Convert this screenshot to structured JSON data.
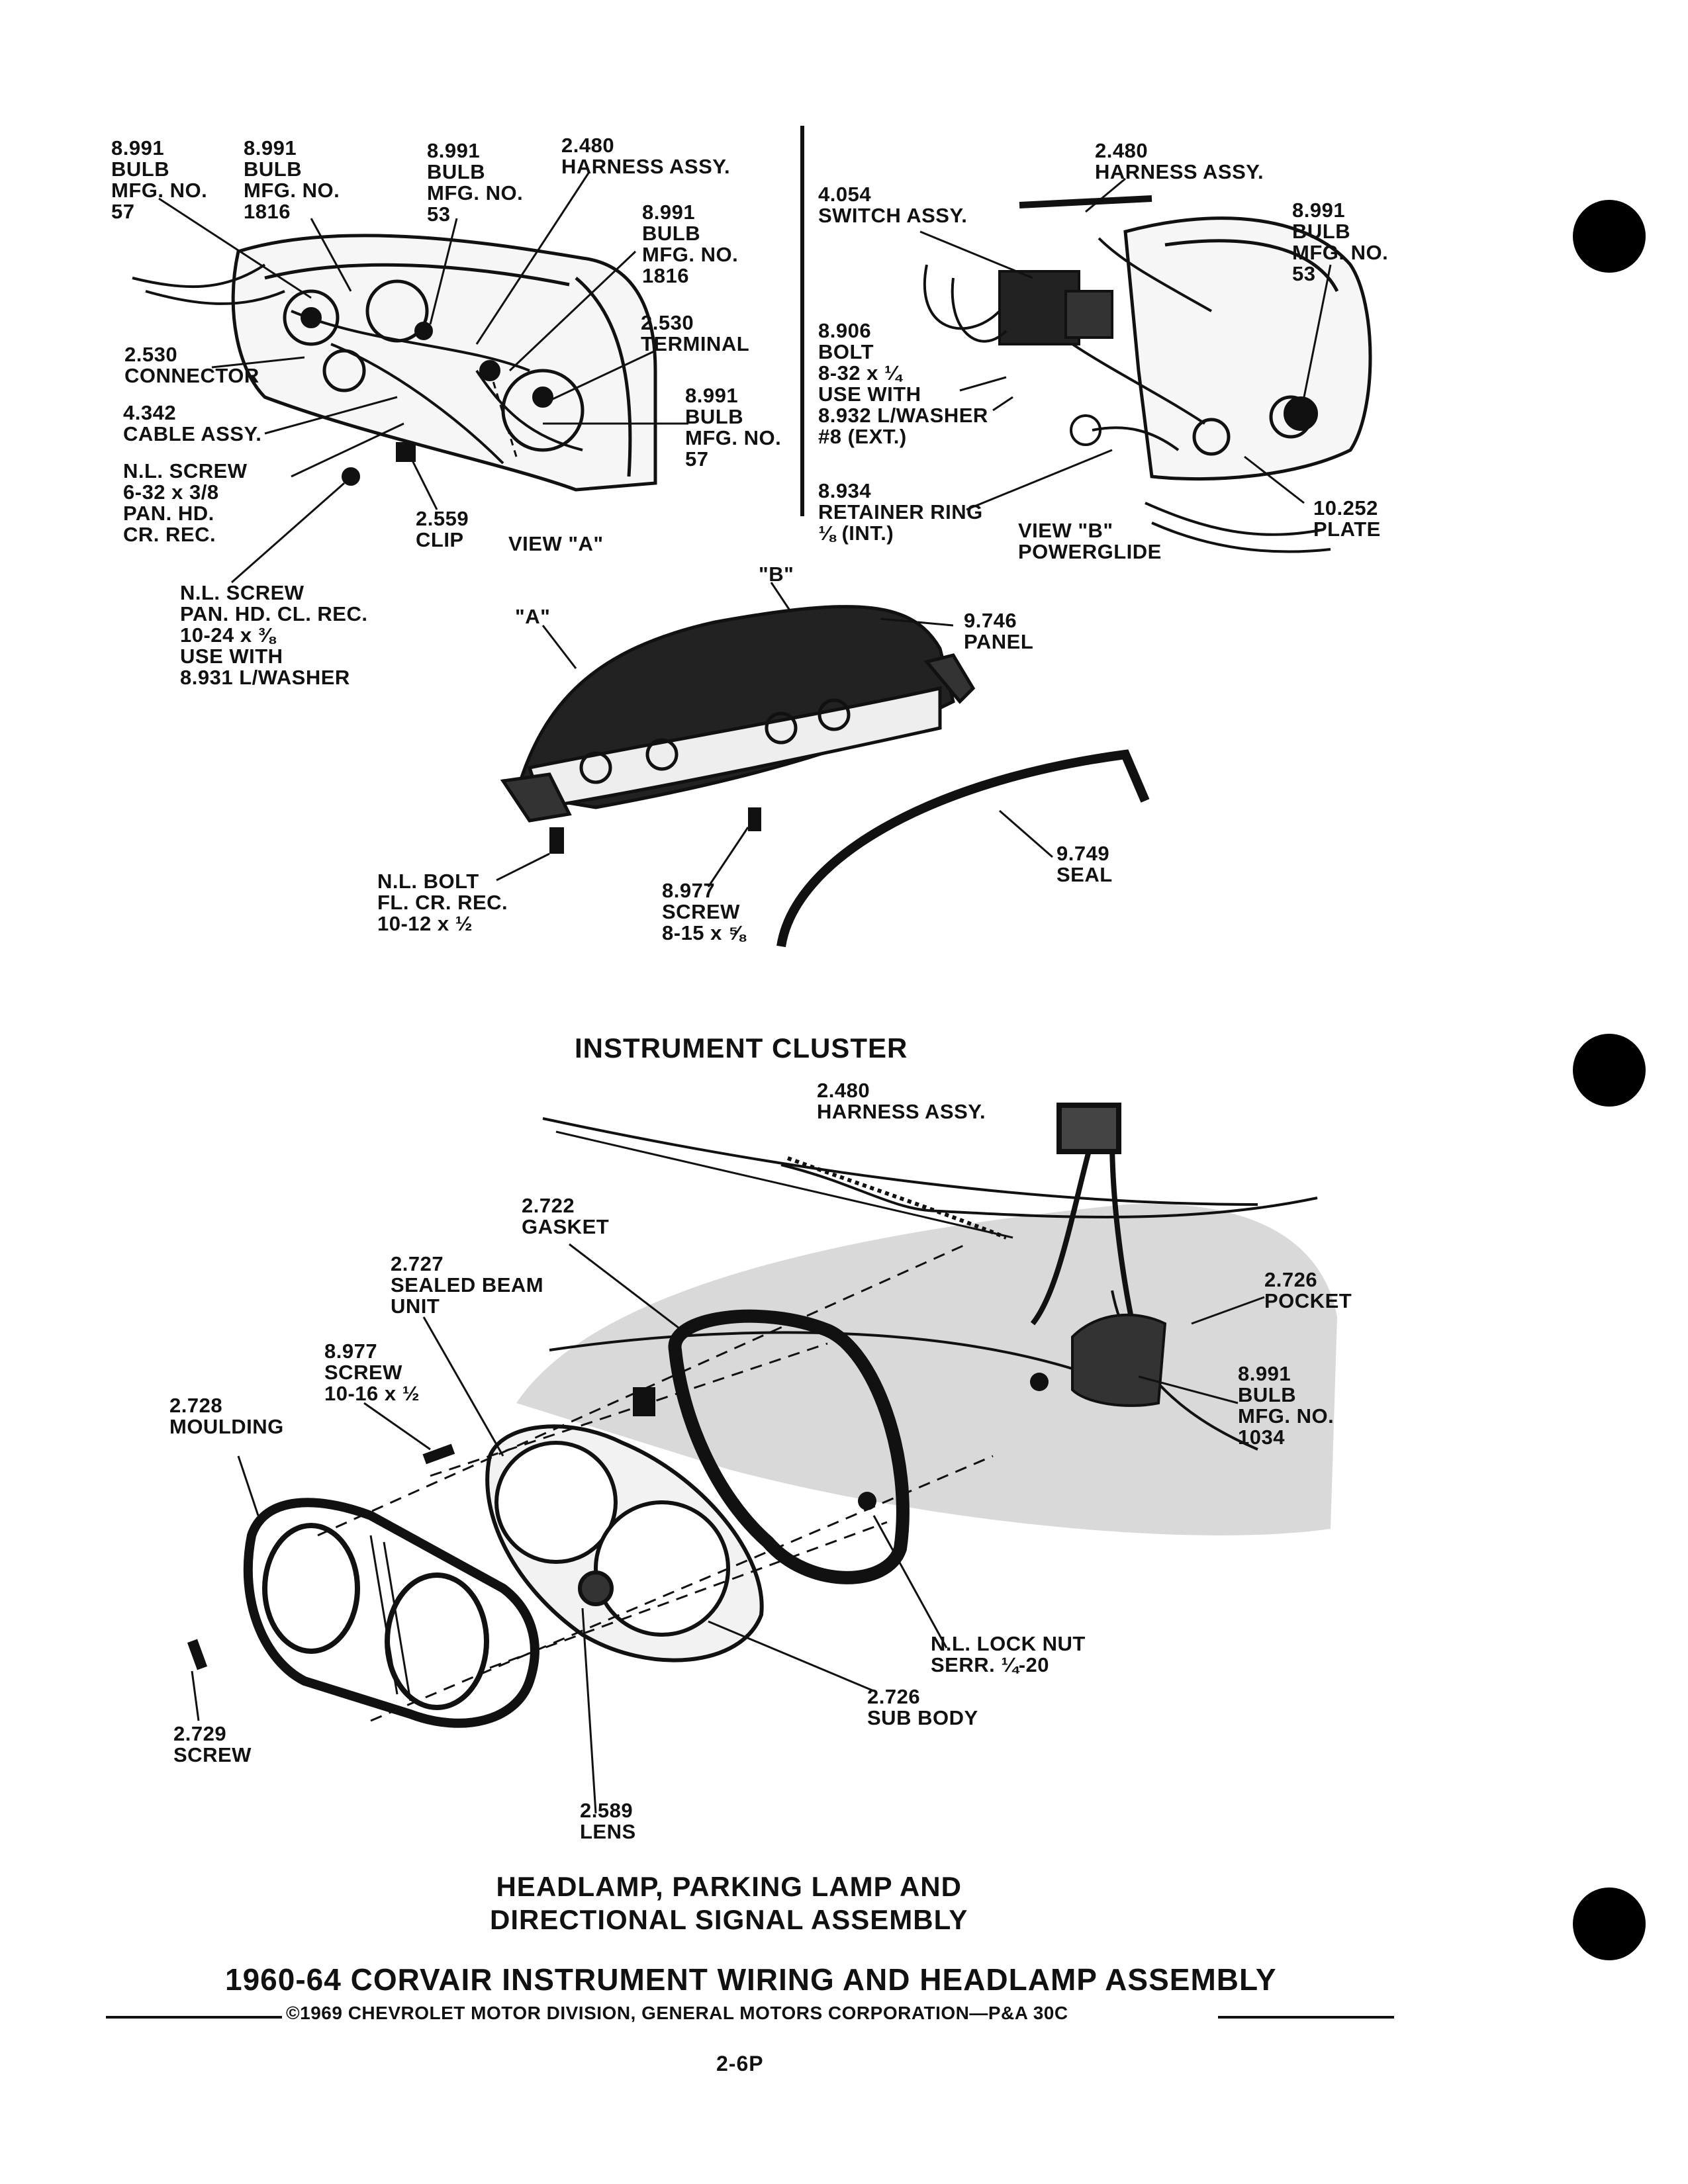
{
  "instrument_cluster": {
    "title": "INSTRUMENT CLUSTER",
    "view_a": {
      "caption": "VIEW \"A\"",
      "labels": {
        "bulb_57_top": [
          "8.991",
          "BULB",
          "MFG. NO.",
          "57"
        ],
        "bulb_1816_a": [
          "8.991",
          "BULB",
          "MFG. NO.",
          "1816"
        ],
        "bulb_53": [
          "8.991",
          "BULB",
          "MFG. NO.",
          "53"
        ],
        "harness": [
          "2.480",
          "HARNESS ASSY."
        ],
        "bulb_1816_b": [
          "8.991",
          "BULB",
          "MFG. NO.",
          "1816"
        ],
        "connector": [
          "2.530",
          "CONNECTOR"
        ],
        "terminal": [
          "2.530",
          "TERMINAL"
        ],
        "cable": [
          "4.342",
          "CABLE ASSY."
        ],
        "nl_screw": [
          "N.L. SCREW",
          "6-32 x 3/8",
          "PAN. HD.",
          "CR. REC."
        ],
        "bulb_57_b": [
          "8.991",
          "BULB",
          "MFG. NO.",
          "57"
        ],
        "clip": [
          "2.559",
          "CLIP"
        ]
      }
    },
    "view_b": {
      "caption": [
        "VIEW \"B\"",
        "POWERGLIDE"
      ],
      "labels": {
        "harness": [
          "2.480",
          "HARNESS ASSY."
        ],
        "switch": [
          "4.054",
          "SWITCH ASSY."
        ],
        "bulb_53": [
          "8.991",
          "BULB",
          "MFG. NO.",
          "53"
        ],
        "bolt": [
          "8.906",
          "BOLT",
          "8-32 x ¼",
          "USE WITH",
          "8.932 L/WASHER",
          "#8 (EXT.)"
        ],
        "retainer": [
          "8.934",
          "RETAINER RING",
          "⅛ (INT.)"
        ],
        "plate": [
          "10.252",
          "PLATE"
        ]
      }
    },
    "panel_labels": {
      "nl_screw_pan": [
        "N.L. SCREW",
        "PAN. HD. CL. REC.",
        "10-24 x ⅜",
        "USE WITH",
        "8.931 L/WASHER"
      ],
      "marker_a": "\"A\"",
      "marker_b": "\"B\"",
      "panel": [
        "9.746",
        "PANEL"
      ],
      "nl_bolt": [
        "N.L. BOLT",
        "FL. CR. REC.",
        "10-12 x ½"
      ],
      "screw": [
        "8.977",
        "SCREW",
        "8-15 x ⅝"
      ],
      "seal": [
        "9.749",
        "SEAL"
      ]
    }
  },
  "headlamp": {
    "title": [
      "HEADLAMP, PARKING LAMP AND",
      "DIRECTIONAL SIGNAL ASSEMBLY"
    ],
    "labels": {
      "harness": [
        "2.480",
        "HARNESS ASSY."
      ],
      "gasket": [
        "2.722",
        "GASKET"
      ],
      "sealed_beam": [
        "2.727",
        "SEALED BEAM",
        "UNIT"
      ],
      "pocket": [
        "2.726",
        "POCKET"
      ],
      "screw": [
        "8.977",
        "SCREW",
        "10-16 x ½"
      ],
      "moulding": [
        "2.728",
        "MOULDING"
      ],
      "bulb_1034": [
        "8.991",
        "BULB",
        "MFG. NO.",
        "1034"
      ],
      "lock_nut": [
        "N.L. LOCK NUT",
        "SERR. ¼-20"
      ],
      "sub_body": [
        "2.726",
        "SUB BODY"
      ],
      "screw_2729": [
        "2.729",
        "SCREW"
      ],
      "lens": [
        "2.589",
        "LENS"
      ]
    }
  },
  "footer": {
    "main_title": "1960-64 CORVAIR INSTRUMENT WIRING AND HEADLAMP ASSEMBLY",
    "copyright": "©1969 CHEVROLET MOTOR DIVISION, GENERAL MOTORS CORPORATION—P&A 30C",
    "page_number": "2-6P"
  },
  "colors": {
    "ink": "#111111",
    "paper": "#ffffff",
    "shade": "#d9d9d9"
  }
}
